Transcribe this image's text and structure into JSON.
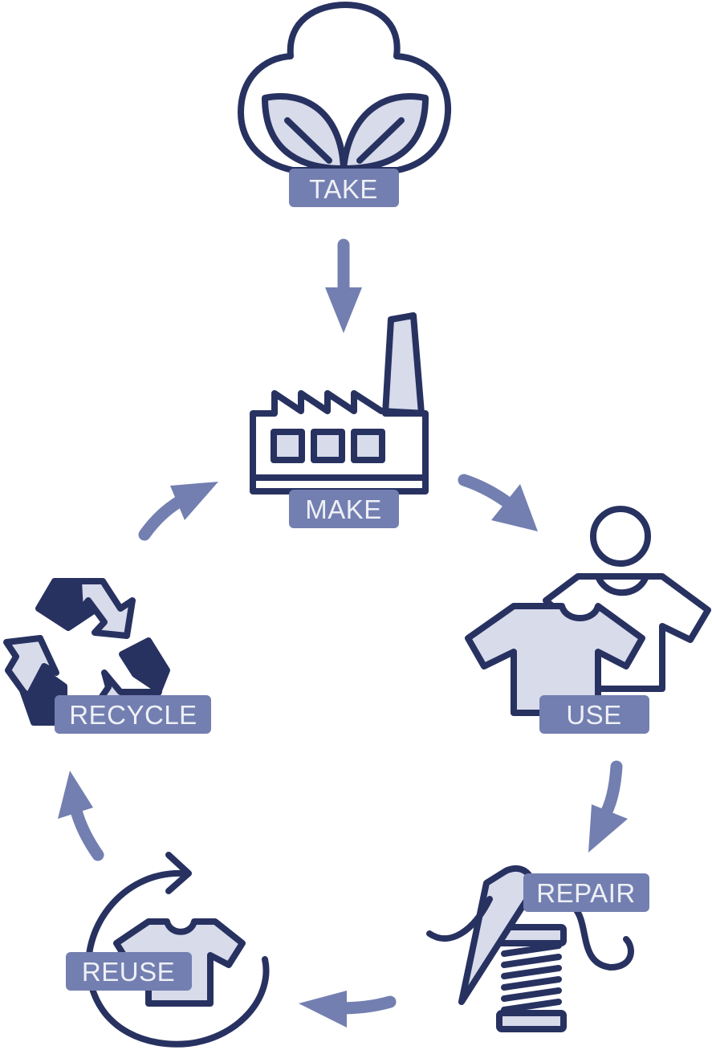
{
  "stages": {
    "take": {
      "label": "TAKE",
      "icon": "cotton-plant-icon"
    },
    "make": {
      "label": "MAKE",
      "icon": "factory-icon"
    },
    "use": {
      "label": "USE",
      "icon": "person-with-tshirts-icon"
    },
    "repair": {
      "label": "REPAIR",
      "icon": "needle-and-thread-spool-icon"
    },
    "reuse": {
      "label": "REUSE",
      "icon": "tshirt-cycle-icon"
    },
    "recycle": {
      "label": "RECYCLE",
      "icon": "recycle-icon"
    }
  },
  "colors": {
    "label_bg": "#737fb0",
    "label_text": "#eef0f7",
    "icon_stroke": "#283261",
    "icon_fill": "#d7dbea",
    "arrow": "#737fb0"
  }
}
